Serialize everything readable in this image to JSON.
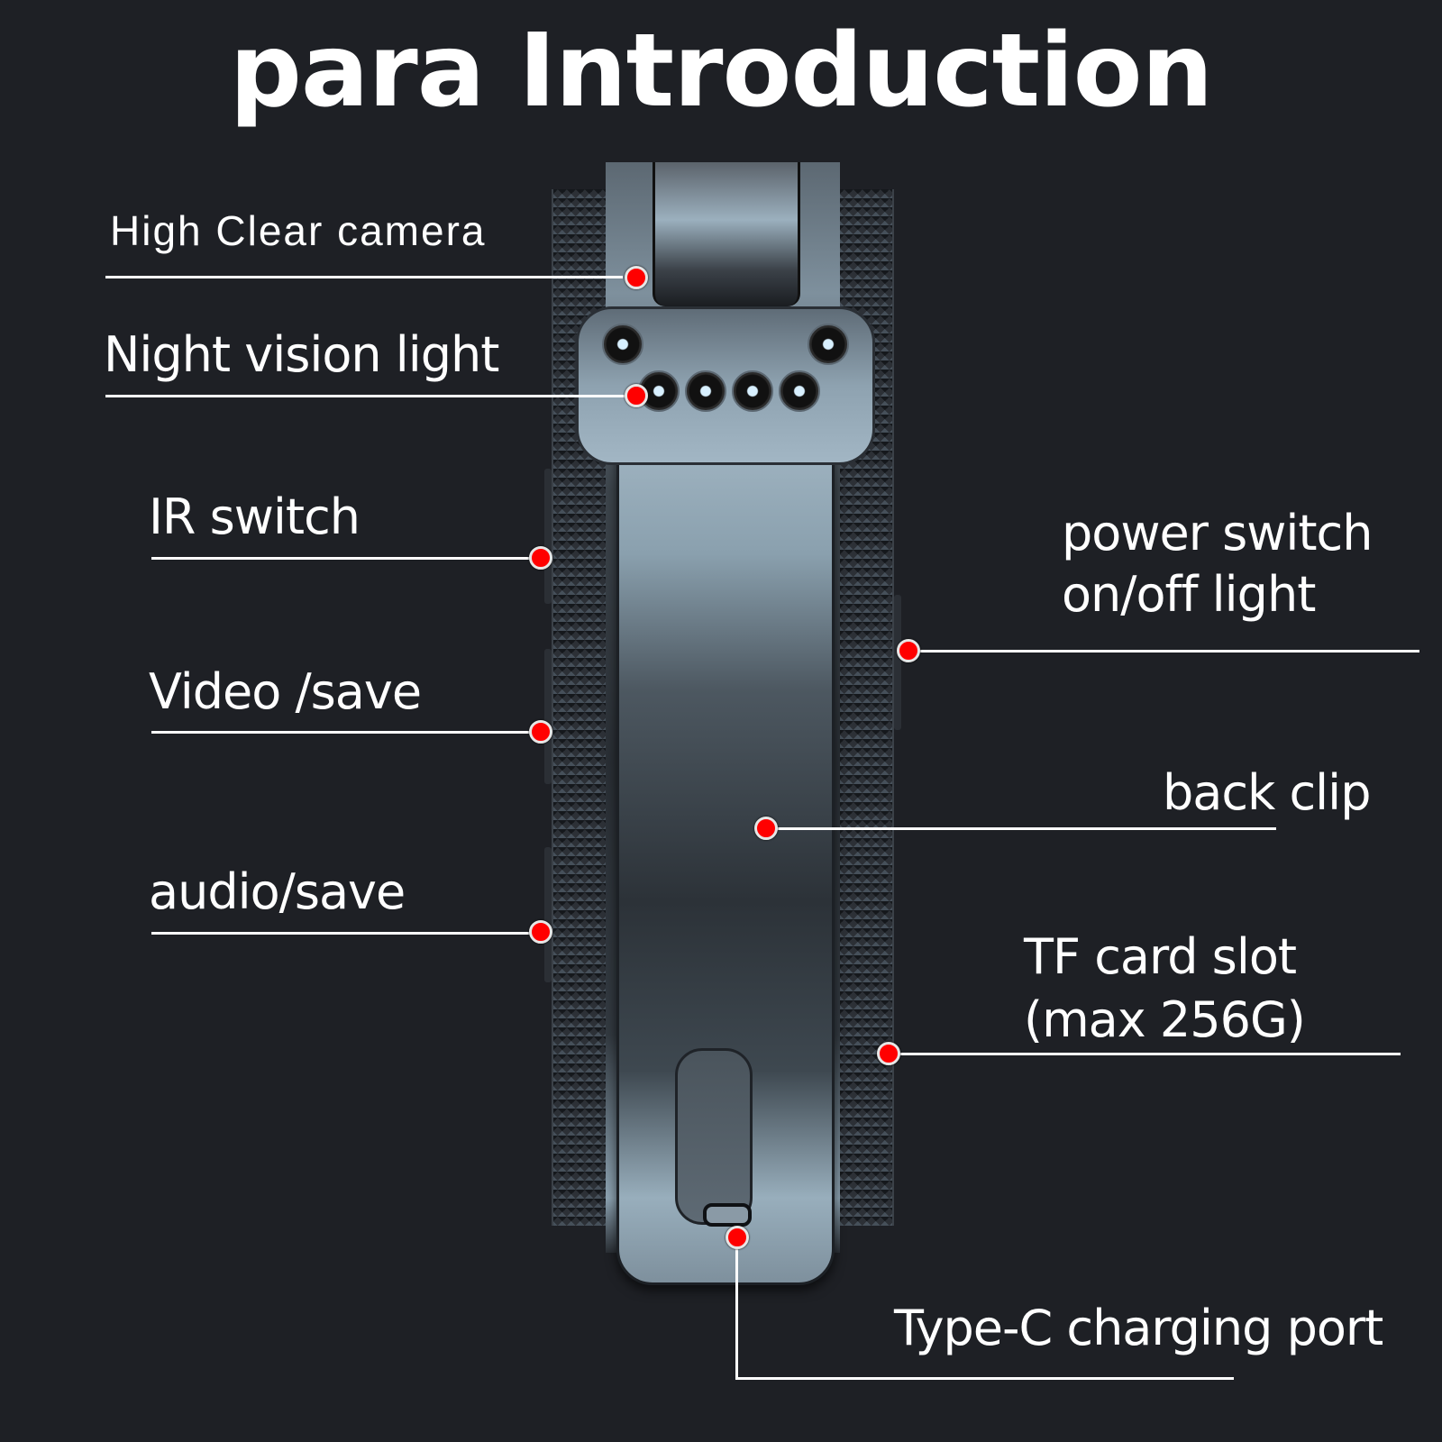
{
  "title": "para Introduction",
  "colors": {
    "background": "#1e2025",
    "text": "#ffffff",
    "marker": "#ff0000",
    "marker_ring": "#e6e6e6",
    "leader_line": "#ffffff"
  },
  "device": {
    "name": "body camera",
    "night_vision_leds_top_row": 2,
    "night_vision_leds_bottom_row": 4
  },
  "callouts": [
    {
      "id": "high-clear-camera",
      "label": "High Clear camera",
      "side": "left"
    },
    {
      "id": "night-vision-light",
      "label": "Night vision light",
      "side": "left"
    },
    {
      "id": "ir-switch",
      "label": "IR switch",
      "side": "left"
    },
    {
      "id": "video-save",
      "label": "Video /save",
      "side": "left"
    },
    {
      "id": "audio-save",
      "label": "audio/save",
      "side": "left"
    },
    {
      "id": "power-switch",
      "label_line1": "power switch",
      "label_line2": "on/off light",
      "side": "right"
    },
    {
      "id": "back-clip",
      "label": "back clip",
      "side": "right"
    },
    {
      "id": "tf-card-slot",
      "label_line1": "TF card slot",
      "label_line2": "(max 256G)",
      "side": "right"
    },
    {
      "id": "type-c-port",
      "label": "Type-C charging port",
      "side": "bottom"
    }
  ]
}
